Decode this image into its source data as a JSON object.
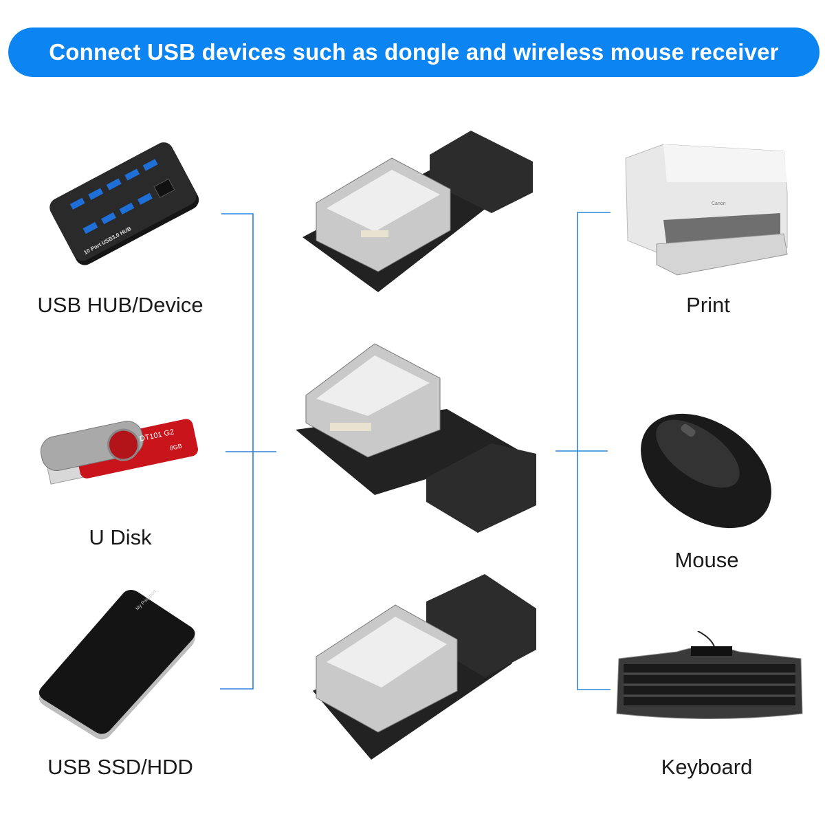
{
  "banner": {
    "text": "Connect USB devices such as dongle and wireless mouse receiver"
  },
  "left_devices": [
    {
      "label": "USB HUB/Device",
      "icon": "usb-hub-icon",
      "printed_text": "10 Port USB3.0 HUB"
    },
    {
      "label": "U Disk",
      "icon": "usb-flash-drive-icon",
      "printed_text": "DT101 G2",
      "printed_capacity": "8GB"
    },
    {
      "label": "USB SSD/HDD",
      "icon": "external-hard-drive-icon",
      "printed_text": "My Passport Studio"
    }
  ],
  "right_devices": [
    {
      "label": "Print",
      "icon": "printer-icon",
      "printed_text": "Canon"
    },
    {
      "label": "Mouse",
      "icon": "mouse-icon"
    },
    {
      "label": "Keyboard",
      "icon": "keyboard-icon"
    }
  ],
  "colors": {
    "banner": "#0c85f2",
    "connector_lines": "#2a82d8"
  }
}
